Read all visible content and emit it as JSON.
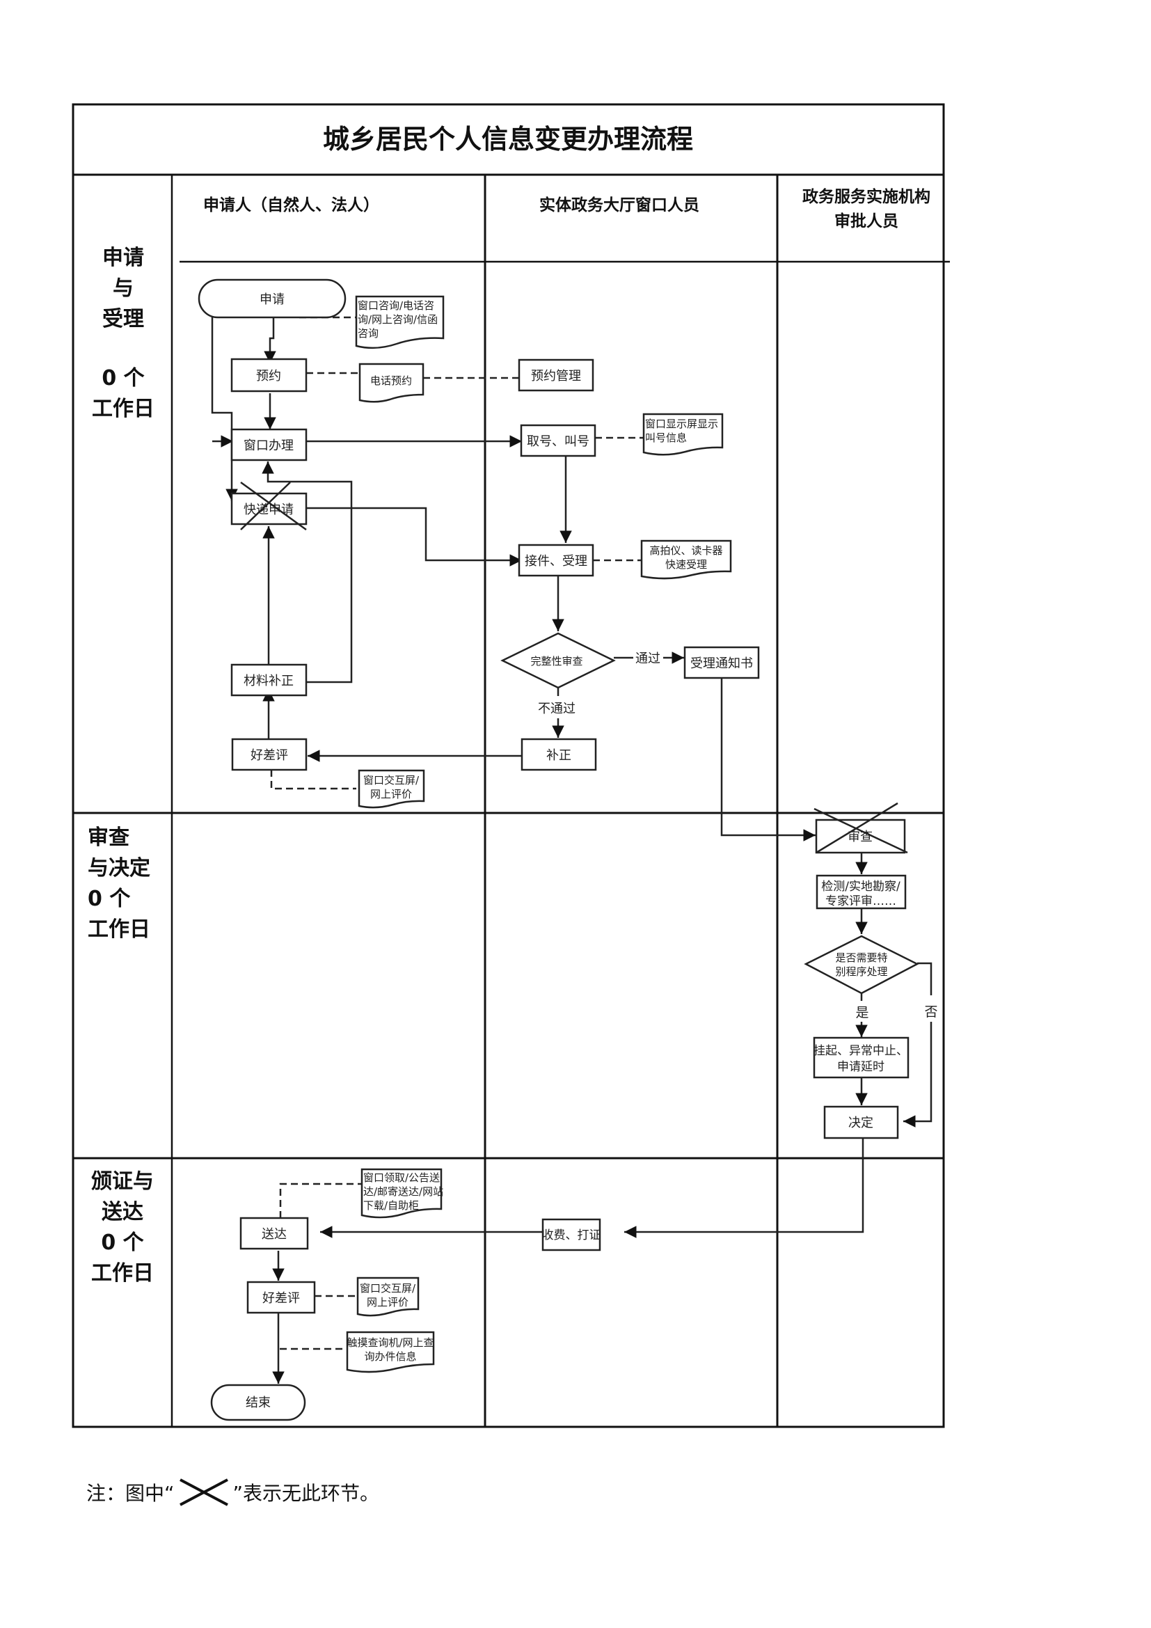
{
  "title": "城乡居民个人信息变更办理流程",
  "lanes": {
    "applicant": "申请人（自然人、法人）",
    "window_staff": "实体政务大厅窗口人员",
    "approver_line1": "政务服务实施机构",
    "approver_line2": "审批人员"
  },
  "phases": {
    "accept": [
      "申请",
      "与",
      "受理",
      "",
      "0 个",
      "工作日"
    ],
    "review": [
      "审查",
      "与决定",
      "0 个",
      "工作日"
    ],
    "issue": [
      "颁证与",
      "送达",
      "0 个",
      "工作日"
    ]
  },
  "nodes": {
    "apply": "申请",
    "apply_doc": [
      "窗口咨询/电话咨",
      "询/网上咨询/信函",
      "咨询"
    ],
    "reserve": "预约",
    "reserve_doc": "电话预约",
    "reserve_mgmt": "预约管理",
    "window_handle": "窗口办理",
    "queue": "取号、叫号",
    "queue_doc": [
      "窗口显示屏显示",
      "叫号信息"
    ],
    "express_apply": "快递申请",
    "receive": "接件、受理",
    "receive_doc": [
      "高拍仪、读卡器",
      "快速受理"
    ],
    "completeness_check": "完整性审查",
    "pass_label": "通过",
    "fail_label": "不通过",
    "accept_notice": "受理通知书",
    "supplement_material": "材料补正",
    "correction": "补正",
    "rating_1": "好差评",
    "rating_doc_1": [
      "窗口交互屏/",
      "网上评价"
    ],
    "review": "审查",
    "inspect": [
      "检测/实地勘察/",
      "专家评审……"
    ],
    "special_check": [
      "是否需要特",
      "别程序处理"
    ],
    "yes_label": "是",
    "no_label": "否",
    "suspend": [
      "挂起、异常中止、",
      "申请延时"
    ],
    "decision": "决定",
    "fee_print": "收费、打证",
    "deliver": "送达",
    "deliver_doc": [
      "窗口领取/公告送",
      "达/邮寄送达/网站",
      "下载/自助柜"
    ],
    "rating_2": "好差评",
    "rating_doc_2": [
      "窗口交互屏/",
      "网上评价"
    ],
    "query_doc": [
      "触摸查询机/网上查",
      "询办件信息"
    ],
    "end": "结束"
  },
  "note": {
    "prefix": "注：图中“",
    "suffix": "”表示无此环节。",
    "icon": "cross-mark-icon"
  }
}
